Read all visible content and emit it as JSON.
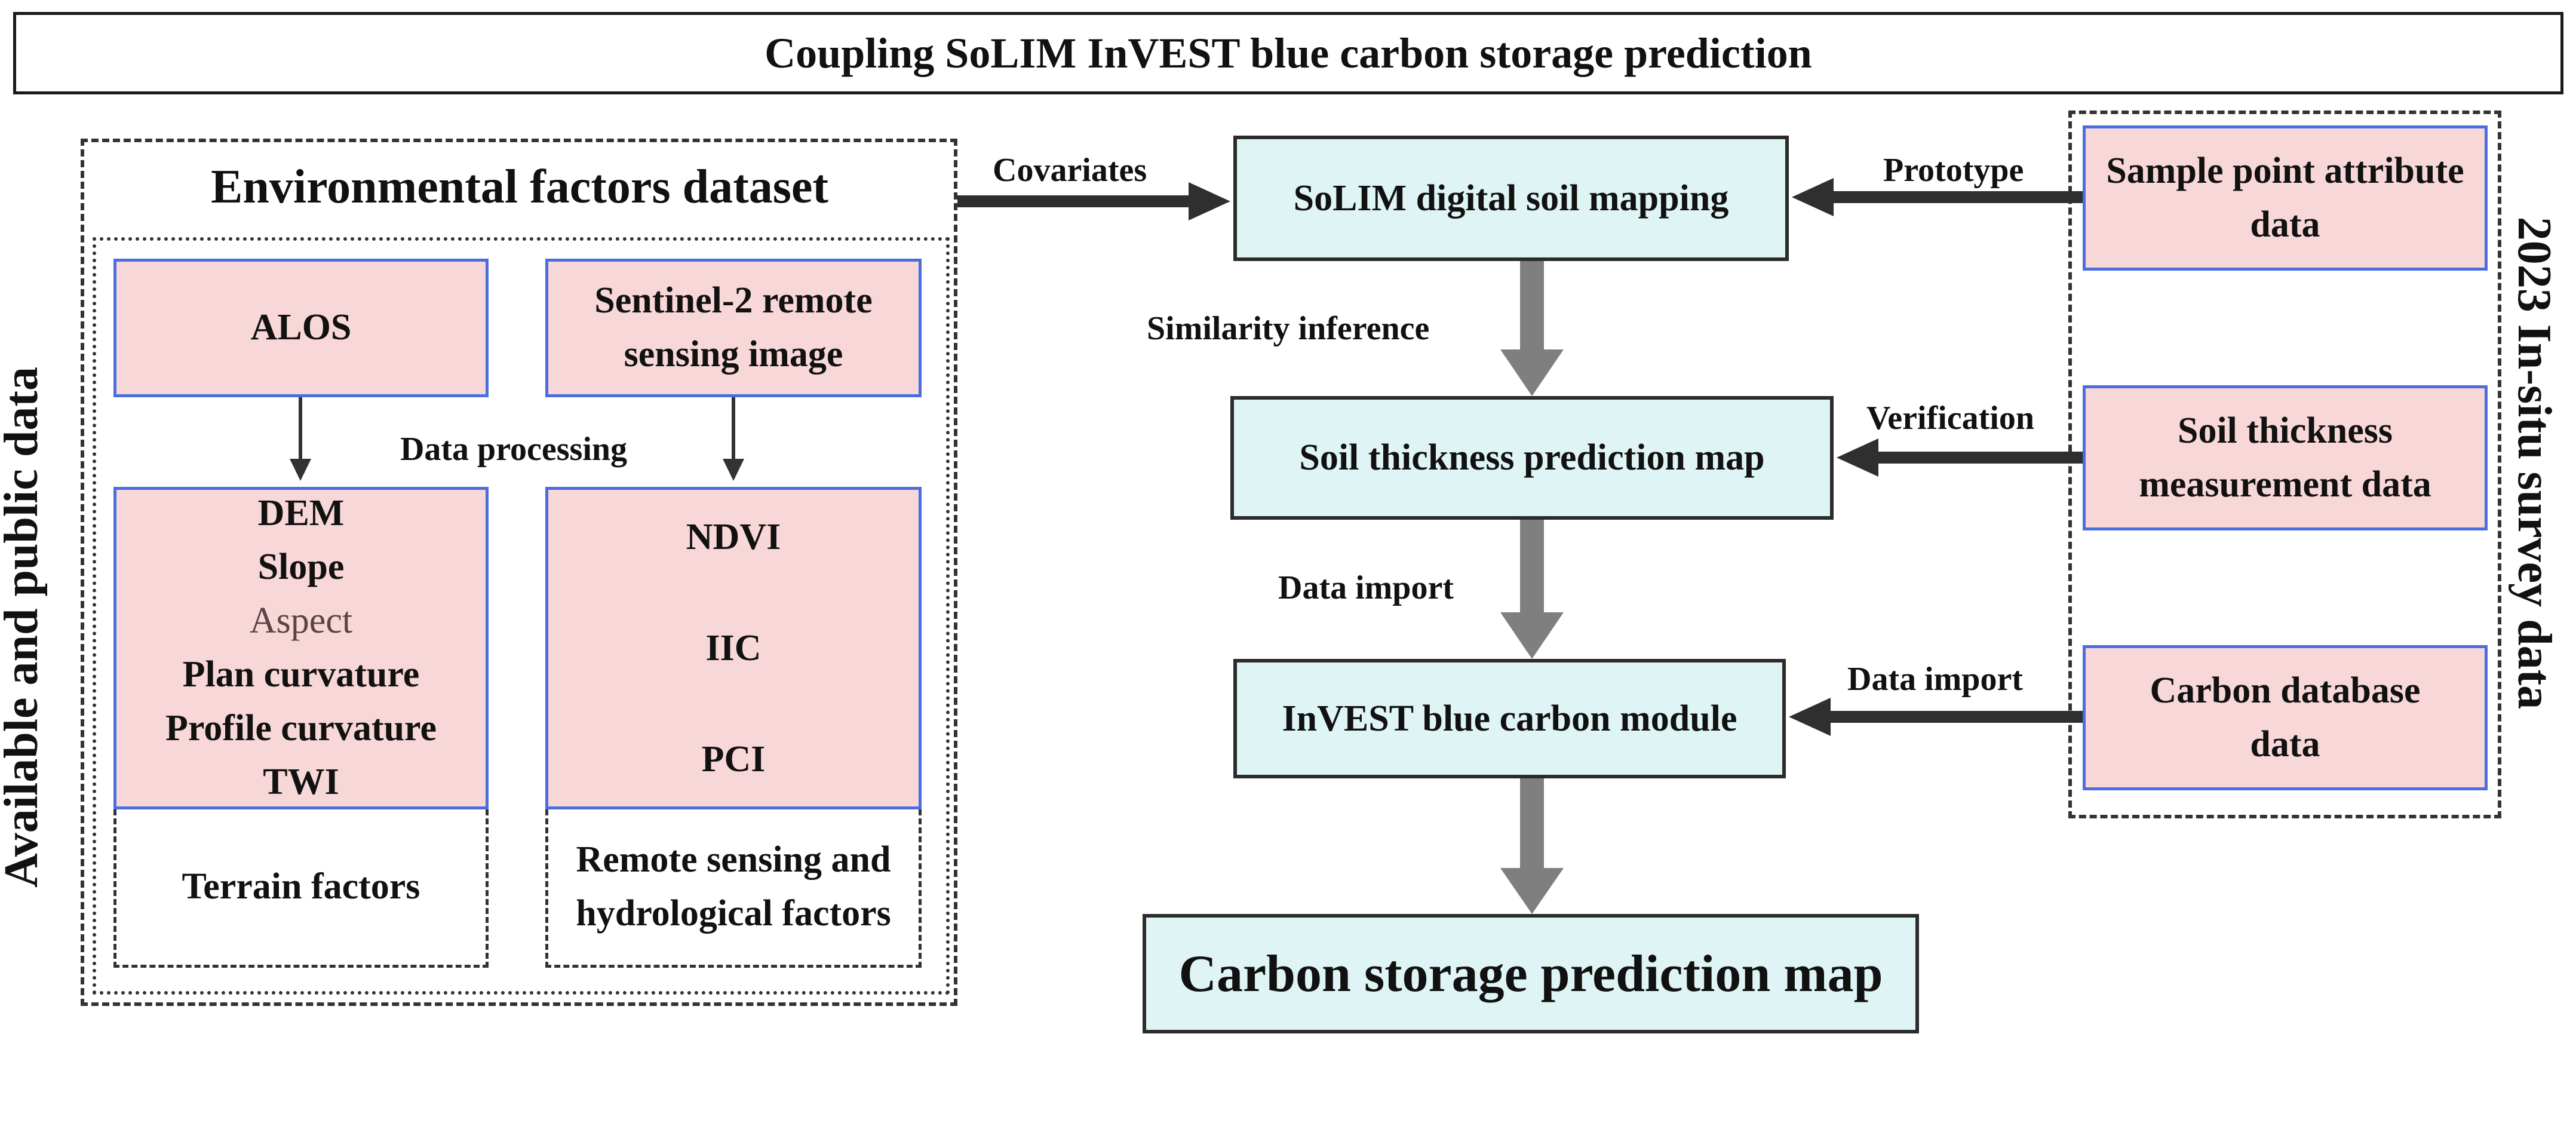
{
  "title": "Coupling SoLIM InVEST blue carbon storage prediction",
  "left_group": {
    "side_label": "Available and public data",
    "heading": "Environmental factors dataset",
    "sources": {
      "alos": "ALOS",
      "sentinel": "Sentinel-2 remote sensing image"
    },
    "processing_label": "Data processing",
    "terrain_items": [
      "DEM",
      "Slope",
      "Aspect",
      "Plan curvature",
      "Profile curvature",
      "TWI"
    ],
    "rs_items": [
      "NDVI",
      "IIC",
      "PCI"
    ],
    "terrain_caption": "Terrain factors",
    "rs_caption": "Remote sensing and hydrological factors"
  },
  "center_flow": {
    "solim": "SoLIM digital soil mapping",
    "soil_thickness_map": "Soil thickness prediction map",
    "invest": "InVEST blue carbon module",
    "carbon_map": "Carbon storage prediction map",
    "similarity_label": "Similarity inference",
    "data_import_label": "Data import"
  },
  "right_group": {
    "side_label": "2023 In-situ survey data",
    "sample": "Sample point attribute data",
    "soil_measure": "Soil thickness measurement data",
    "carbon_db": "Carbon database data"
  },
  "connectors": {
    "covariates": "Covariates",
    "prototype": "Prototype",
    "verification": "Verification",
    "data_import": "Data import"
  },
  "colors": {
    "pink_fill": "#f8d7d8",
    "blue_border": "#4a6ee0",
    "cyan_fill": "#dff4f4",
    "gray_arrow": "#7f7f7f",
    "dark_arrow": "#2f2f2f"
  }
}
